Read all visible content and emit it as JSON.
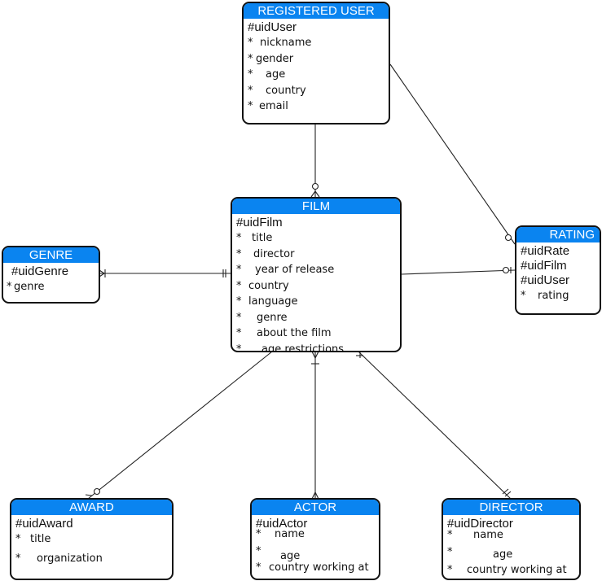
{
  "entities": {
    "user": {
      "title": "REGISTERED USER",
      "keys": [
        "#uidUser"
      ],
      "attributes": [
        "nickname",
        "gender",
        "age",
        "country",
        "email"
      ]
    },
    "film": {
      "title": "FILM",
      "keys": [
        "#uidFilm"
      ],
      "attributes": [
        "title",
        "director",
        "year of release",
        "country",
        "language",
        "genre",
        "about the film",
        "age restrictions"
      ]
    },
    "genre": {
      "title": "GENRE",
      "keys": [
        "#uidGenre"
      ],
      "attributes": [
        "genre"
      ]
    },
    "rating": {
      "title": "RATING",
      "keys": [
        "#uidRate",
        "#uidFilm",
        "#uidUser"
      ],
      "attributes": [
        "rating"
      ]
    },
    "award": {
      "title": "AWARD",
      "keys": [
        "#uidAward"
      ],
      "attributes": [
        "title",
        "organization"
      ]
    },
    "actor": {
      "title": "ACTOR",
      "keys": [
        "#uidActor"
      ],
      "attributes": [
        "name",
        "age",
        "country working at"
      ]
    },
    "director": {
      "title": "DIRECTOR",
      "keys": [
        "#uidDirector"
      ],
      "attributes": [
        "name",
        "age",
        "country working at"
      ]
    }
  },
  "attribute_marker": "*",
  "colors": {
    "header": "#0a84f0",
    "border": "#111111",
    "line": "#222222"
  }
}
